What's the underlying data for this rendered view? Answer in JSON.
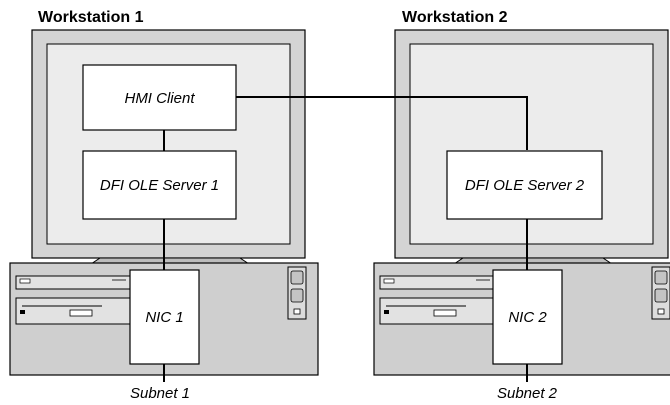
{
  "workstations": [
    {
      "title": "Workstation 1",
      "client_label": "HMI Client",
      "server_label": "DFI OLE Server 1",
      "nic_label": "NIC 1",
      "subnet_label": "Subnet 1"
    },
    {
      "title": "Workstation 2",
      "server_label": "DFI OLE Server 2",
      "nic_label": "NIC 2",
      "subnet_label": "Subnet 2"
    }
  ],
  "colors": {
    "monitor_bezel": "#d4d4d4",
    "screen": "#ececec",
    "case": "#cfcfcf",
    "box": "#ffffff",
    "line": "#000000"
  }
}
